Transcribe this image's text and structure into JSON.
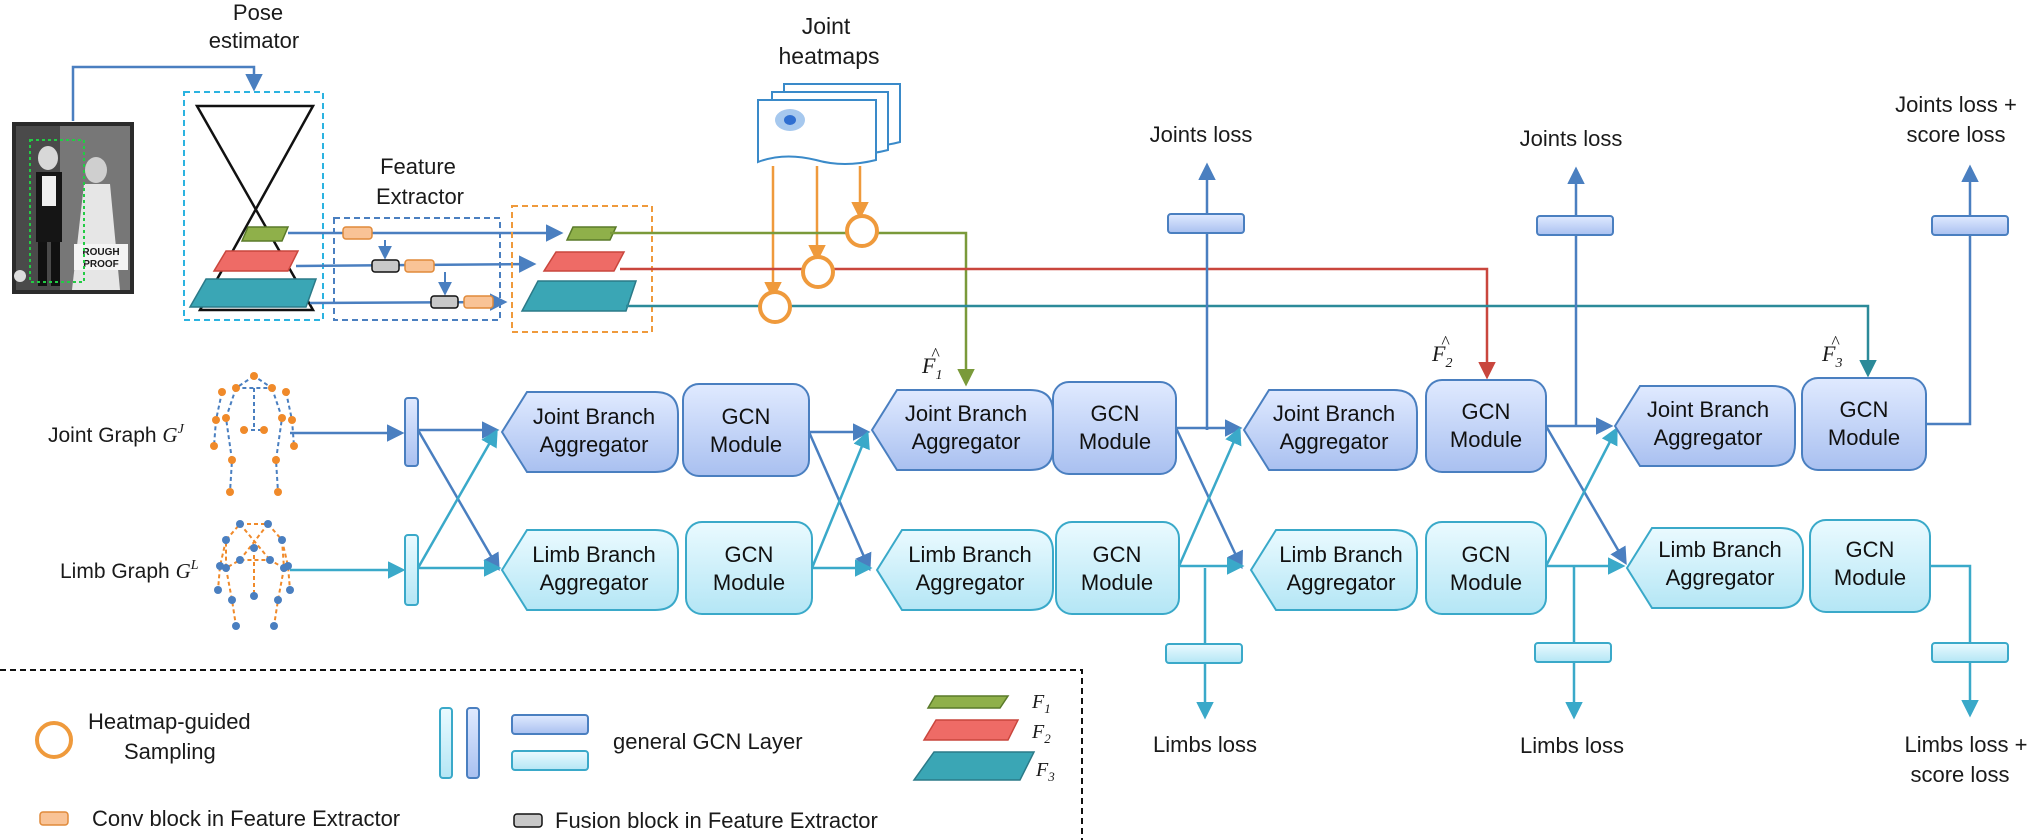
{
  "top": {
    "pose_estimator": [
      "Pose",
      "estimator"
    ],
    "feature_extractor": [
      "Feature",
      "Extractor"
    ],
    "joint_heatmaps": [
      "Joint",
      "heatmaps"
    ]
  },
  "photo": {
    "text": [
      "ROUGH",
      "PROOF"
    ]
  },
  "graphs": {
    "joint": {
      "label": "Joint Graph",
      "sym": "G",
      "sup": "J"
    },
    "limb": {
      "label": "Limb Graph",
      "sym": "G",
      "sup": "L"
    }
  },
  "modules": {
    "joint_agg": [
      "Joint Branch",
      "Aggregator"
    ],
    "limb_agg": [
      "Limb Branch",
      "Aggregator"
    ],
    "gcn": [
      "GCN",
      "Module"
    ]
  },
  "features": [
    {
      "sym": "F",
      "sub": "1"
    },
    {
      "sym": "F",
      "sub": "2"
    },
    {
      "sym": "F",
      "sub": "3"
    }
  ],
  "losses": {
    "joints": "Joints loss",
    "limbs": "Limbs loss",
    "joints_final": [
      "Joints loss +",
      "score loss"
    ],
    "limbs_final": [
      "Limbs loss +",
      "score loss"
    ]
  },
  "legend": {
    "heatmap": [
      "Heatmap-guided",
      "Sampling"
    ],
    "gcn_layer": "general GCN Layer",
    "conv": "Conv block in Feature Extractor",
    "fusion": "Fusion block in Feature Extractor",
    "features": [
      {
        "sym": "F",
        "sub": "1"
      },
      {
        "sym": "F",
        "sub": "2"
      },
      {
        "sym": "F",
        "sub": "3"
      }
    ]
  },
  "colors": {
    "blue_dark": "#4a7fc0",
    "cyan": "#3aa9c9",
    "orange": "#ef9a3c",
    "green": "#7a9a3a",
    "red": "#c9463d",
    "teal": "#2b8a99",
    "joint_fill": "#b9cdf5",
    "limb_fill": "#c6eef8"
  }
}
